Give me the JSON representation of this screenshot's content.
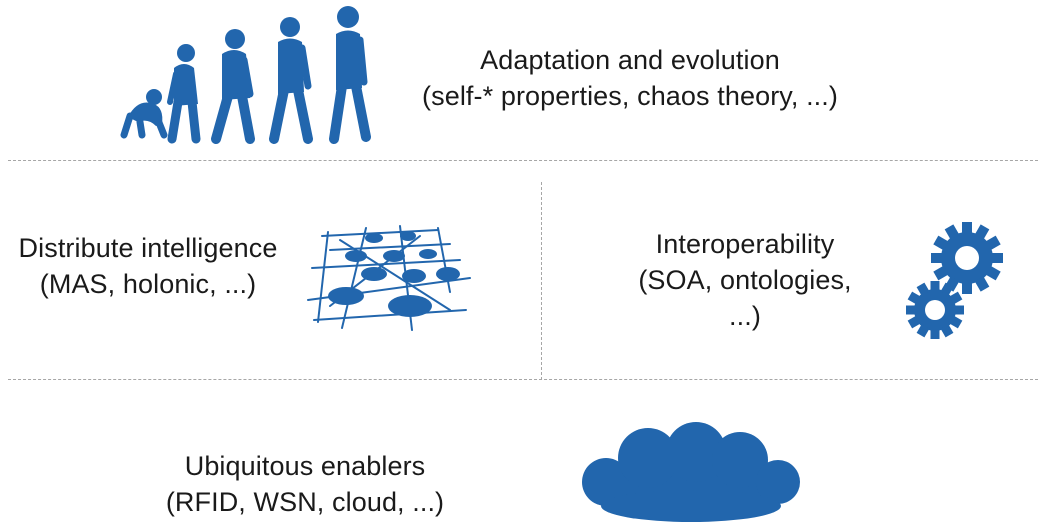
{
  "sections": {
    "evolution": {
      "title": "Adaptation and evolution",
      "detail": "(self-* properties, chaos theory, ...)",
      "icon": "evolution-icon"
    },
    "intelligence": {
      "title": "Distribute intelligence",
      "detail": "(MAS, holonic, ...)",
      "icon": "network-icon"
    },
    "interoperability": {
      "title": "Interoperability",
      "detail_line1": "(SOA, ontologies,",
      "detail_line2": "...)",
      "icon": "gears-icon"
    },
    "enablers": {
      "title": "Ubiquitous enablers",
      "detail": "(RFID, WSN, cloud, ...)",
      "icon": "cloud-icon"
    }
  },
  "colors": {
    "icon_blue": "#2266ad",
    "divider": "#a6a6a6",
    "text": "#1a1a1a"
  }
}
